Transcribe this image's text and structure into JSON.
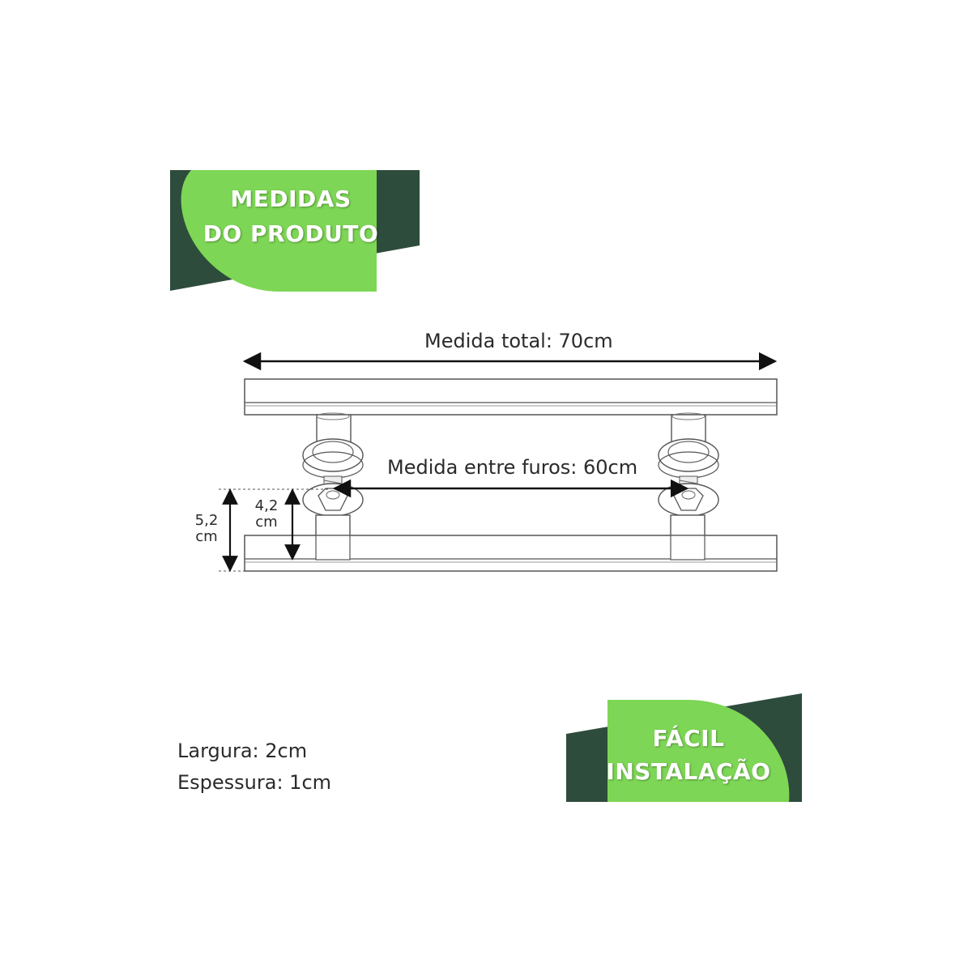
{
  "header_badge": {
    "line1": "MEDIDAS",
    "line2": "DO PRODUTO",
    "colors": {
      "dark": "#2e4c3b",
      "light": "#7dd655"
    }
  },
  "footer_badge": {
    "line1": "FÁCIL",
    "line2": "INSTALAÇÃO",
    "colors": {
      "dark": "#2e4c3b",
      "light": "#7dd655"
    }
  },
  "dimensions": {
    "total": "Medida total: 70cm",
    "between_holes": "Medida entre furos: 60cm",
    "height_outer": {
      "value": "5,2",
      "unit": "cm"
    },
    "height_inner": {
      "value": "4,2",
      "unit": "cm"
    }
  },
  "specs": {
    "width": "Largura: 2cm",
    "thickness": "Espessura: 1cm"
  }
}
